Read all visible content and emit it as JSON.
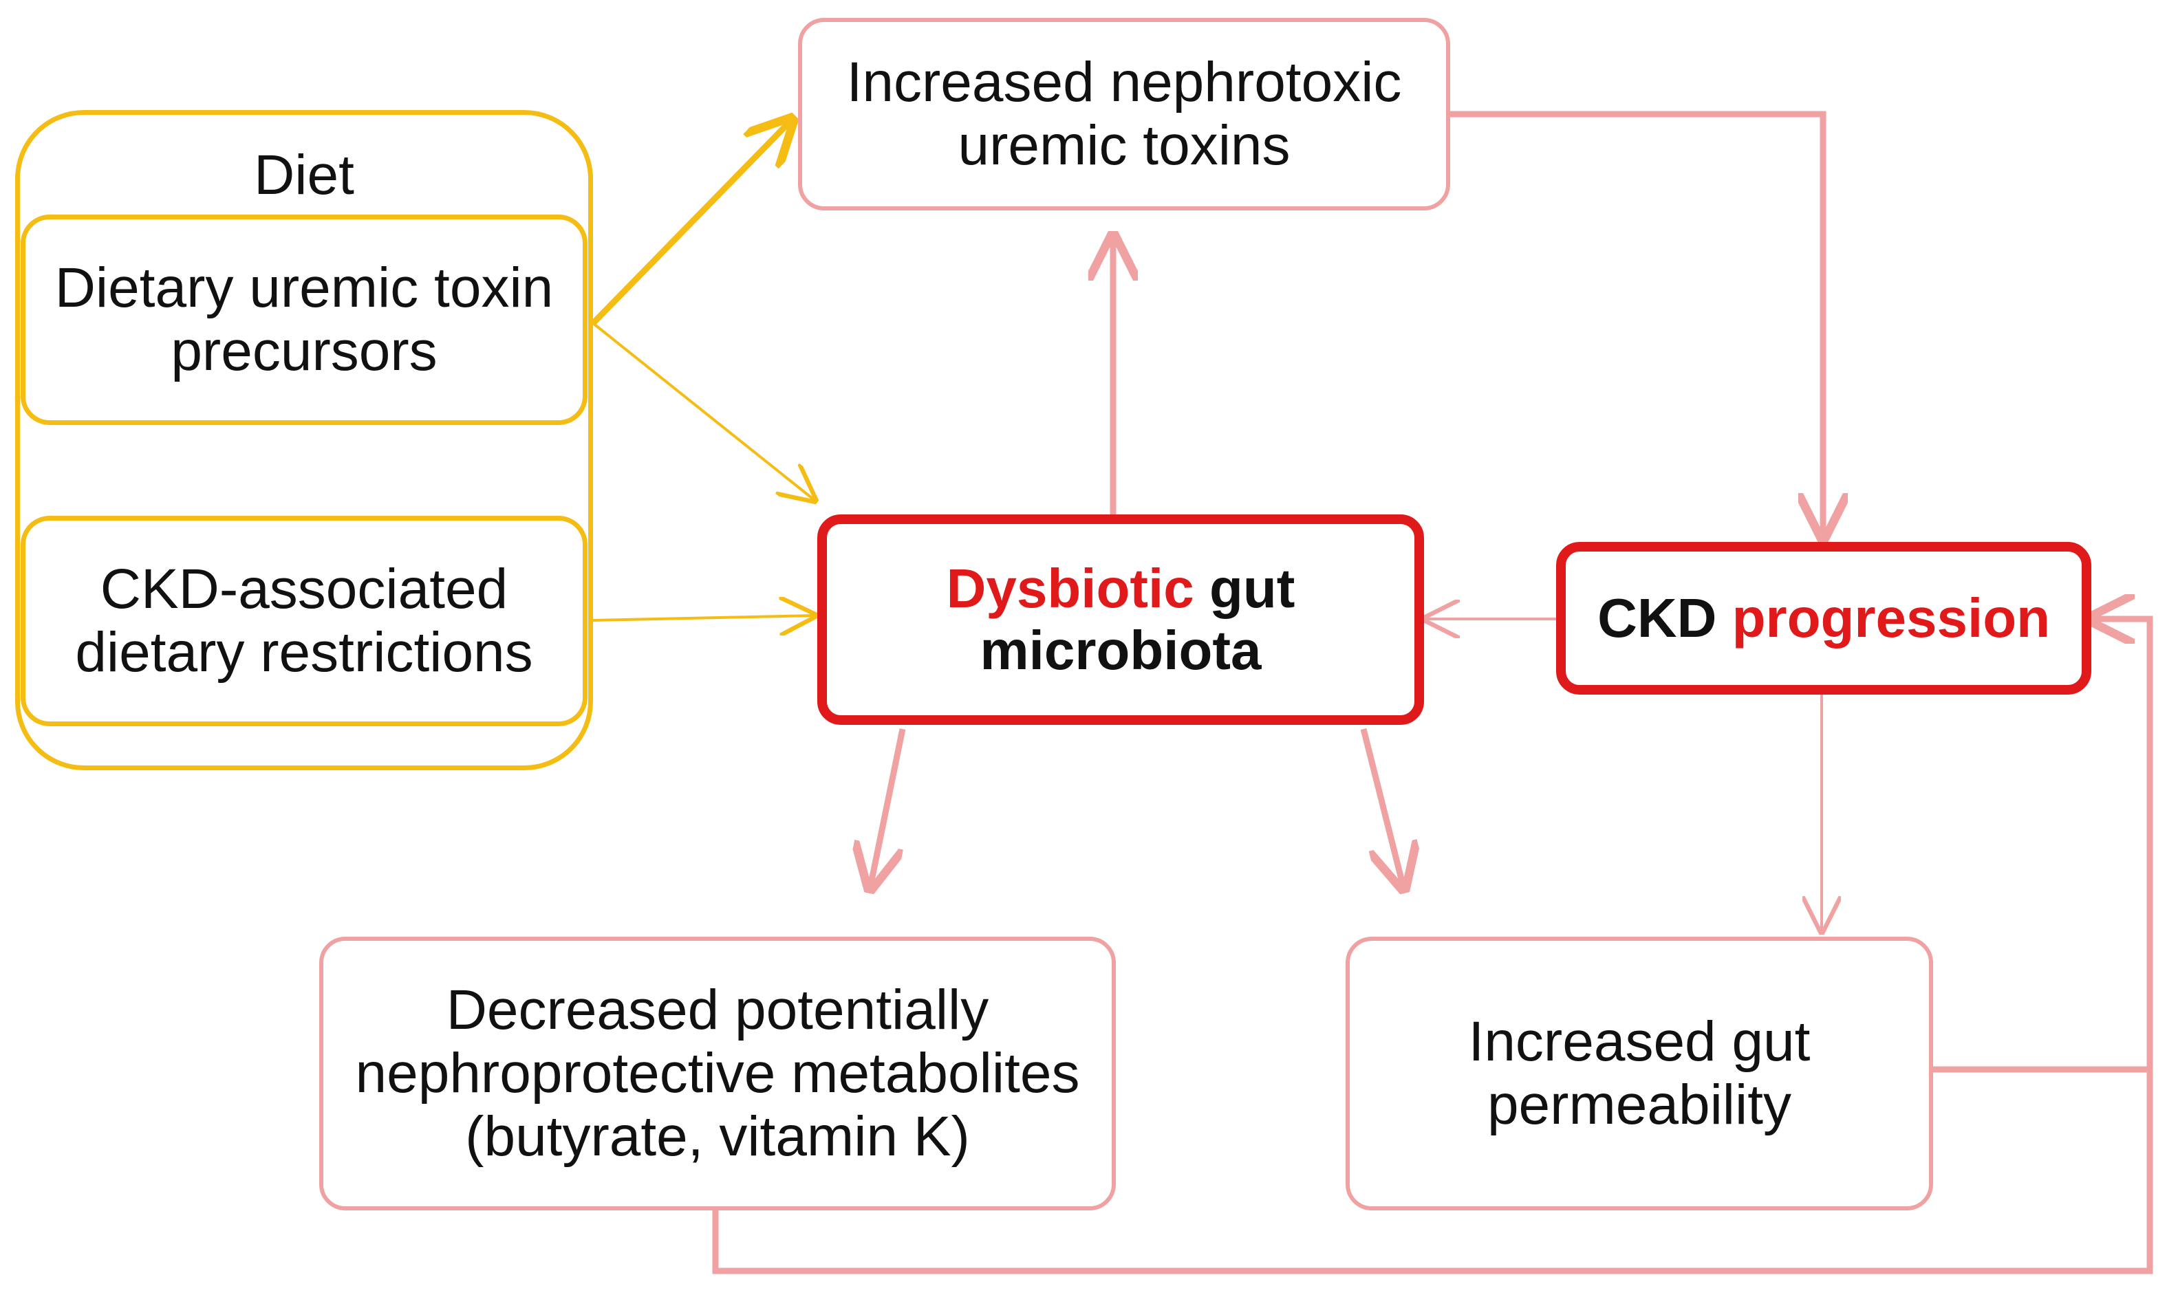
{
  "diet": {
    "title": "Diet",
    "precursors": [
      "Dietary uremic toxin",
      "precursors"
    ],
    "restrictions": [
      "CKD-associated",
      "dietary restrictions"
    ]
  },
  "toxins": [
    "Increased nephrotoxic",
    "uremic toxins"
  ],
  "dysbiotic": {
    "word1": "Dysbiotic",
    "word2": "gut",
    "line2": "microbiota"
  },
  "ckd": {
    "word1": "CKD",
    "word2": "progression"
  },
  "metabolites": [
    "Decreased potentially",
    "nephroprotective metabolites",
    "(butyrate, vitamin K)"
  ],
  "permeability": [
    "Increased gut",
    "permeability"
  ],
  "colors": {
    "diet_border": "#F5BD14",
    "pink_border": "#F0A2A3",
    "red_border": "#E01A1A",
    "highlight_text": "#E01A1A"
  }
}
